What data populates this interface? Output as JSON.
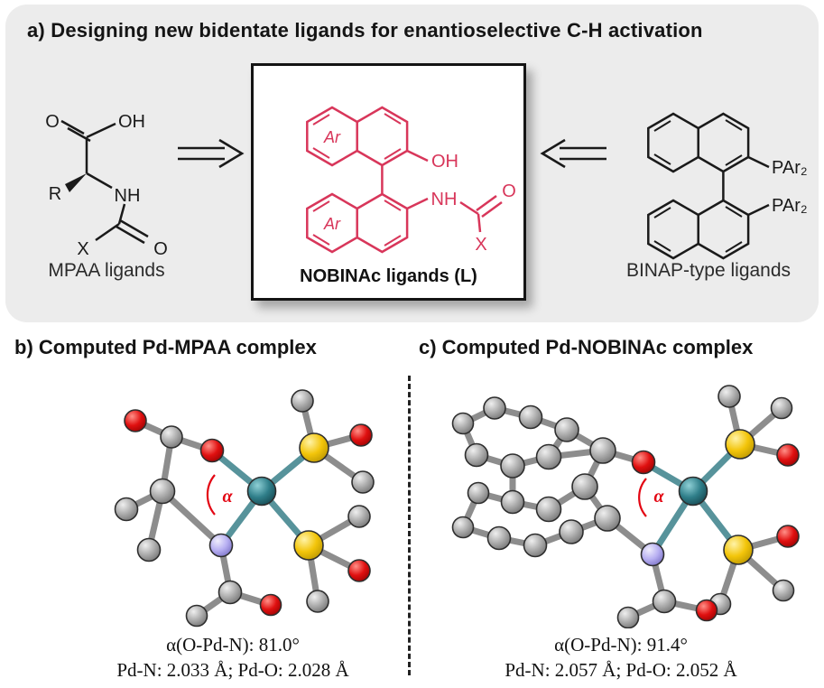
{
  "panel_a": {
    "title": "a) Designing new bidentate ligands for enantioselective C-H activation",
    "mpaa": {
      "label": "MPAA ligands",
      "atoms": {
        "o_carbonyl": "O",
        "oh": "OH",
        "r": "R",
        "nh": "NH",
        "x": "X",
        "o_amide": "O"
      }
    },
    "nobinac": {
      "label": "NOBINAc ligands (L)",
      "atoms": {
        "ar_top": "Ar",
        "ar_bottom": "Ar",
        "oh": "OH",
        "nh": "NH",
        "o_amide": "O",
        "x": "X"
      }
    },
    "binap": {
      "label": "BINAP-type ligands",
      "atoms": {
        "par2_top": "PAr₂",
        "par2_bottom": "PAr₂"
      }
    }
  },
  "panel_b": {
    "title": "b) Computed Pd-MPAA complex",
    "alpha": "α",
    "caption_line1": "α(O-Pd-N): 81.0°",
    "caption_line2": "Pd-N: 2.033 Å; Pd-O: 2.028 Å"
  },
  "panel_c": {
    "title": "c) Computed Pd-NOBINAc complex",
    "alpha": "α",
    "caption_line1": "α(O-Pd-N): 91.4°",
    "caption_line2": "Pd-N: 2.057 Å; Pd-O: 2.052 Å"
  },
  "colors": {
    "panel_background": "#ececec",
    "nobinac_red": "#d8365a",
    "alpha_red": "#e30613",
    "atom_carbon": "#9a9a9a",
    "atom_oxygen": "#d40000",
    "atom_sulfur": "#f0c010",
    "atom_palladium": "#2e7d88",
    "atom_nitrogen": "#b3abf0"
  }
}
